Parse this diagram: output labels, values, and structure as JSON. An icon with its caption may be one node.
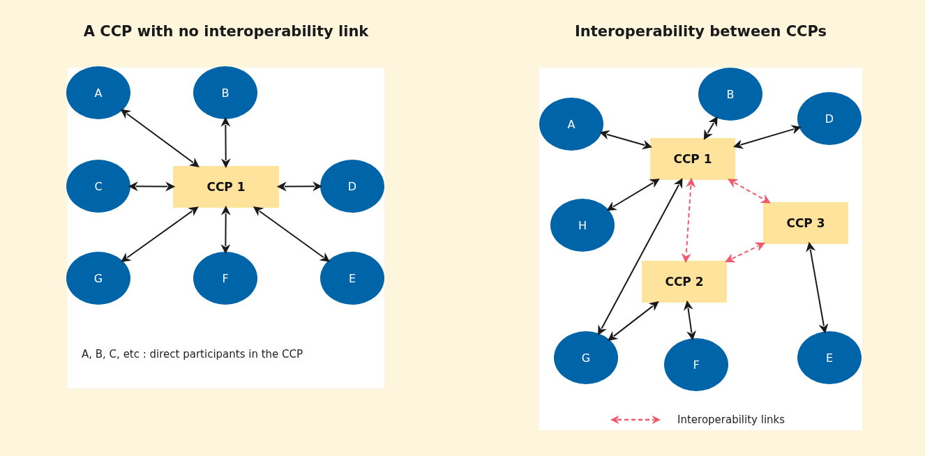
{
  "diagram": {
    "nodes": [
      {
        "text": [
          "A CCP with no interoperability link",
          "A, B, C, etc : direct participants in the CCP"
        ]
      },
      {
        "text": [
          "CCP 1"
        ],
        "in": 0
      },
      {
        "text": [
          "A"
        ],
        "in": 0
      },
      {
        "text": [
          "B"
        ],
        "in": 0
      },
      {
        "text": [
          "C"
        ],
        "in": 0
      },
      {
        "text": [
          "D"
        ],
        "in": 0
      },
      {
        "text": [
          "G"
        ],
        "in": 0
      },
      {
        "text": [
          "F"
        ],
        "in": 0
      },
      {
        "text": [
          "E"
        ],
        "in": 0
      },
      {
        "text": [
          "Interoperability between CCPs"
        ]
      },
      {
        "text": [
          "A"
        ],
        "in": 9
      },
      {
        "text": [
          "B"
        ],
        "in": 9
      },
      {
        "text": [
          "D"
        ],
        "in": 9
      },
      {
        "text": [
          "CCP 1"
        ],
        "in": 9
      },
      {
        "text": [
          "H"
        ],
        "in": 9
      },
      {
        "text": [
          "CCP 3"
        ],
        "in": 9
      },
      {
        "text": [
          "CCP 2"
        ],
        "in": 9
      },
      {
        "text": [
          "G"
        ],
        "in": 9
      },
      {
        "text": [
          "F"
        ],
        "in": 9
      },
      {
        "text": [
          "E"
        ],
        "in": 9
      }
    ],
    "edges": [
      {
        "from": 1,
        "to": 2,
        "arrow": "both"
      },
      {
        "from": 1,
        "to": 3,
        "arrow": "both"
      },
      {
        "from": 1,
        "to": 4,
        "arrow": "both"
      },
      {
        "from": 1,
        "to": 5,
        "arrow": "both"
      },
      {
        "from": 1,
        "to": 6,
        "arrow": "both"
      },
      {
        "from": 1,
        "to": 7,
        "arrow": "both"
      },
      {
        "from": 1,
        "to": 8,
        "arrow": "both"
      },
      {
        "from": 10,
        "to": 13,
        "arrow": "both"
      },
      {
        "from": 11,
        "to": 13,
        "arrow": "both"
      },
      {
        "from": 12,
        "to": 13,
        "arrow": "both"
      },
      {
        "from": 14,
        "to": 13,
        "arrow": "both"
      },
      {
        "from": 17,
        "to": 13,
        "arrow": "both"
      },
      {
        "from": 17,
        "to": 16,
        "arrow": "both"
      },
      {
        "from": 18,
        "to": 16,
        "arrow": "both"
      },
      {
        "from": 19,
        "to": 15,
        "arrow": "both"
      },
      {
        "from": 13,
        "to": 16,
        "arrow": "both",
        "style": "dashed",
        "color": "#f05a6a"
      },
      {
        "from": 13,
        "to": 15,
        "arrow": "both",
        "style": "dashed",
        "color": "#f05a6a"
      },
      {
        "from": 16,
        "to": 15,
        "arrow": "both",
        "style": "dashed",
        "color": "#f05a6a"
      }
    ],
    "legend": [
      {
        "text": "Interoperability links"
      }
    ]
  }
}
